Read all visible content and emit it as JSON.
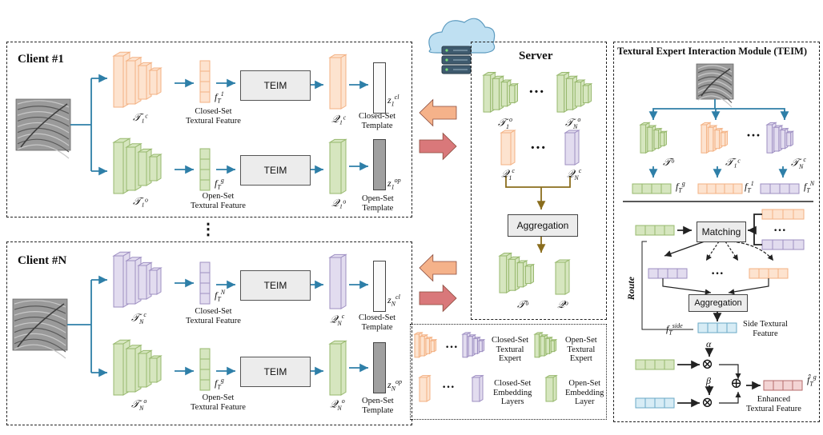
{
  "colors": {
    "orange": "#f3b183",
    "orange_fill": "#fde3cf",
    "green": "#97b86d",
    "green_fill": "#d6e6bf",
    "purple": "#9e8fc2",
    "purple_fill": "#e2dcef",
    "blue": "#6aa9c6",
    "blue_fill": "#d7ecf5",
    "arrow": "#2e7fa8",
    "server_arrow": "#8a6d1d",
    "arrow_orange": "#f5b28a",
    "arrow_red": "#d9787a"
  },
  "client1": {
    "title": "Client #1",
    "enc_closed": "𝒯₁ᶜ",
    "enc_open": "𝒯₁ᵒ",
    "feat_closed_math": "f_T^1",
    "feat_closed_caption": [
      "Closed-Set",
      "Textural Feature"
    ],
    "feat_open_math": "f_T^g",
    "feat_open_caption": [
      "Open-Set",
      "Textural Feature"
    ],
    "teim": "TEIM",
    "q_closed": "𝒬₁ᶜ",
    "q_open": "𝒬₁ᵒ",
    "z_closed": "z_1^{cl}",
    "z_open": "z_1^{op}",
    "tpl_closed_caption": [
      "Closed-Set",
      "Template"
    ],
    "tpl_open_caption": [
      "Open-Set",
      "Template"
    ]
  },
  "clientN": {
    "title": "Client #N",
    "enc_closed": "𝒯_Nᶜ",
    "enc_open": "𝒯_Nᵒ",
    "feat_closed_math": "f_T^N",
    "feat_closed_caption": [
      "Closed-Set",
      "Textural Feature"
    ],
    "feat_open_math": "f_T^g",
    "feat_open_caption": [
      "Open-Set",
      "Textural Feature"
    ],
    "teim": "TEIM",
    "q_closed": "𝒬_Nᶜ",
    "q_open": "𝒬_Nᵒ",
    "z_closed": "z_N^{cl}",
    "z_open": "z_N^{op}",
    "tpl_closed_caption": [
      "Closed-Set",
      "Template"
    ],
    "tpl_open_caption": [
      "Open-Set",
      "Template"
    ]
  },
  "ellipsis": "⋮",
  "server": {
    "title": "Server",
    "t1": "𝒯₁ᵒ",
    "tN": "𝒯_Nᵒ",
    "q1": "𝒬₁ᶜ",
    "qN": "𝒬_Nᶜ",
    "dots": "···",
    "aggregation": "Aggregation",
    "t_out": "𝒯ᵒ",
    "q_out": "𝒬ᵒ"
  },
  "legend": {
    "closed_expert": [
      "Closed-Set",
      "Textural",
      "Expert"
    ],
    "open_expert": [
      "Open-Set",
      "Textural",
      "Expert"
    ],
    "closed_embed": [
      "Closed-Set",
      "Embedding",
      "Layers"
    ],
    "open_embed": [
      "Open-Set",
      "Embedding",
      "Layer"
    ],
    "dots": "···"
  },
  "teim_module": {
    "title": "Textural Expert Interaction Module (TEIM)",
    "t_open": "𝒯ᵒ",
    "t_1c": "𝒯₁ᶜ",
    "t_Nc": "𝒯_Nᶜ",
    "f_g": "f_T^g",
    "f_1": "f_T^1",
    "f_N": "f_T^N",
    "dots": "···",
    "matching": "Matching",
    "route": "Route",
    "aggregation": "Aggregation",
    "f_side": "f_T^{side}",
    "side_caption": [
      "Side Textural",
      "Feature"
    ],
    "alpha": "α",
    "beta": "β",
    "otimes": "⊗",
    "oplus": "⊕",
    "f_hat": "f̂_T^g",
    "enhanced_caption": [
      "Enhanced",
      "Textural Feature"
    ]
  }
}
